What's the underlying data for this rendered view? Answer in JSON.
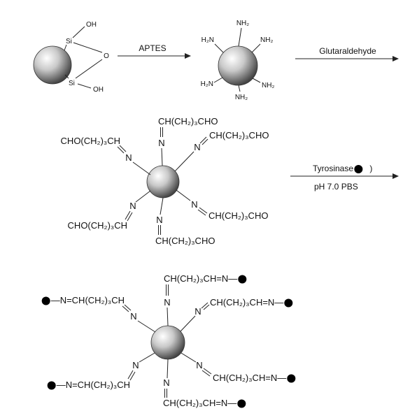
{
  "scheme": {
    "silica": {
      "si_upper": "Si",
      "oh_upper": "OH",
      "bridge_o": "O",
      "si_lower": "Si",
      "oh_lower": "OH"
    },
    "arrow_1": {
      "reagent": "APTES"
    },
    "aminated": {
      "groups": [
        "NH₂",
        "H₂N",
        "NH₂",
        "H₂N",
        "NH₂",
        "NH₂"
      ]
    },
    "arrow_2": {
      "reagent": "Glutaraldehyde"
    },
    "activated": {
      "n": "N",
      "arms": [
        "CH(CH₂)₃CHO",
        "CHO(CH₂)₃CH",
        "CH(CH₂)₃CHO",
        "CHO(CH₂)₃CH",
        "CH(CH₂)₃CHO",
        "CH(CH₂)₃CHO"
      ]
    },
    "arrow_3": {
      "reagent": "Tyrosinase",
      "bracket": ")",
      "condition": "pH 7.0 PBS"
    },
    "immobilized": {
      "n": "N",
      "arms": [
        "CH(CH₂)₃CH=N—",
        "—N=CH(CH₂)₃CH",
        "CH(CH₂)₃CH=N—",
        "—N=CH(CH₂)₃CH",
        "CH(CH₂)₃CH=N—",
        "CH(CH₂)₃CH=N—"
      ]
    }
  }
}
